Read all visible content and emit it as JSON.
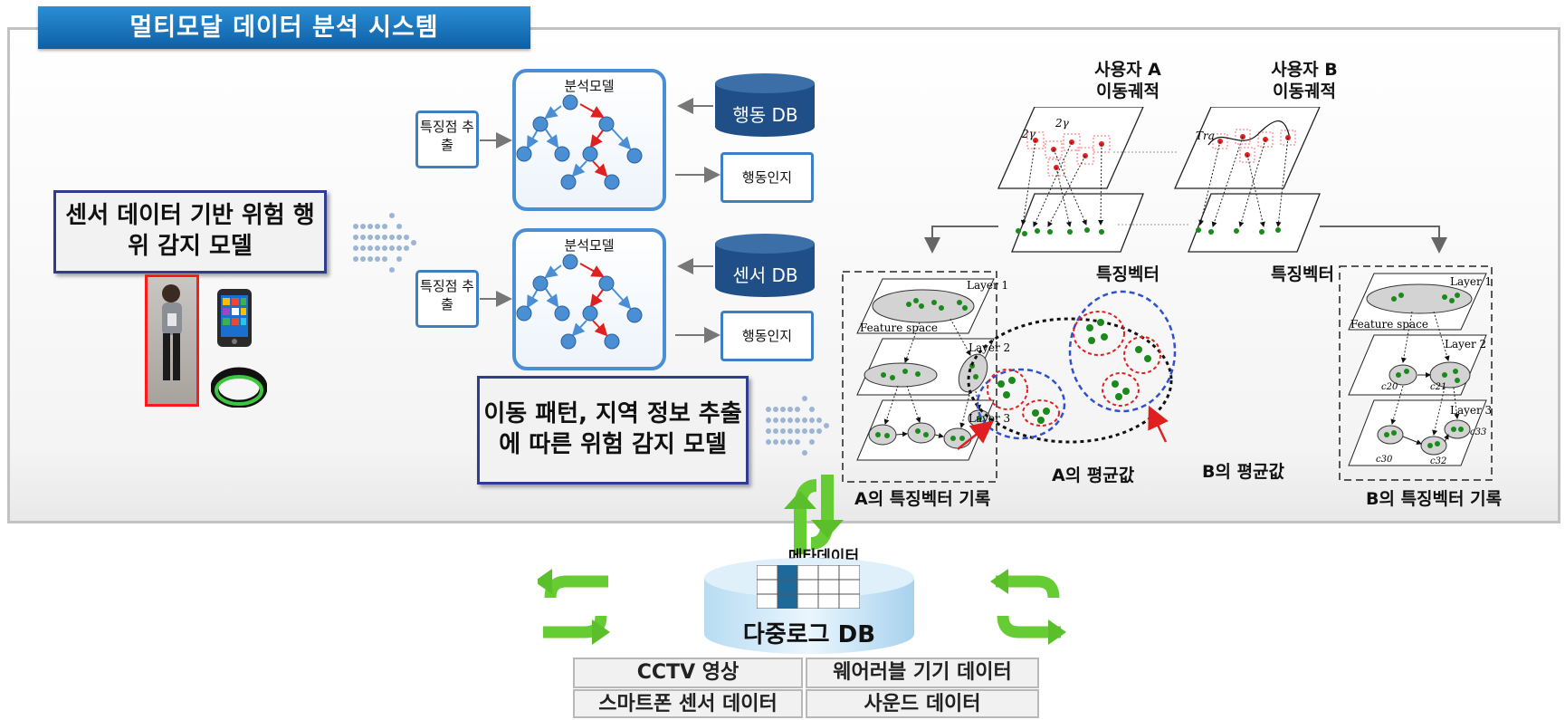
{
  "title": "멀티모달 데이터 분석 시스템",
  "sensor_model": "센서 데이터 기반 위험 행위 감지 모델",
  "movement_model": "이동 패턴, 지역 정보 추출에 따른 위험 감지 모델",
  "pipelines": [
    {
      "extract": "특징점 추출",
      "model": "분석모델",
      "db": "행동 DB",
      "output": "행동인지"
    },
    {
      "extract": "특징점 추출",
      "model": "분석모델",
      "db": "센서 DB",
      "output": "행동인지"
    }
  ],
  "users": {
    "a": {
      "name": "사용자 A",
      "trajectory": "이동궤적",
      "feature": "특징벡터",
      "record": "A의 특징벡터 기록",
      "mean": "A의 평균값"
    },
    "b": {
      "name": "사용자 B",
      "trajectory": "이동궤적",
      "feature": "특징벡터",
      "record": "B의 특징벡터 기록",
      "mean": "B의 평균값"
    }
  },
  "layers": {
    "layer1": "Layer 1",
    "layer2": "Layer 2",
    "layer3": "Layer 3",
    "feature_space": "Feature space"
  },
  "cluster_labels": {
    "c20": "c20",
    "c21": "c21",
    "c30": "c30",
    "c32": "c32",
    "c33": "c33"
  },
  "traj_labels": {
    "a1": "2γ",
    "a2": "2γ",
    "b1": "Tra"
  },
  "metadata": "메타데이터",
  "db_name": "다중로그 DB",
  "sources": [
    "CCTV 영상",
    "웨어러블 기기 데이터",
    "스마트폰 센서 데이터",
    "사운드 데이터"
  ],
  "colors": {
    "banner": "#1a73bd",
    "frame_blue": "#2f3c8f",
    "arrow_green": "#66cc33",
    "db_navy": "#1f4f86",
    "red": "#e02020"
  }
}
